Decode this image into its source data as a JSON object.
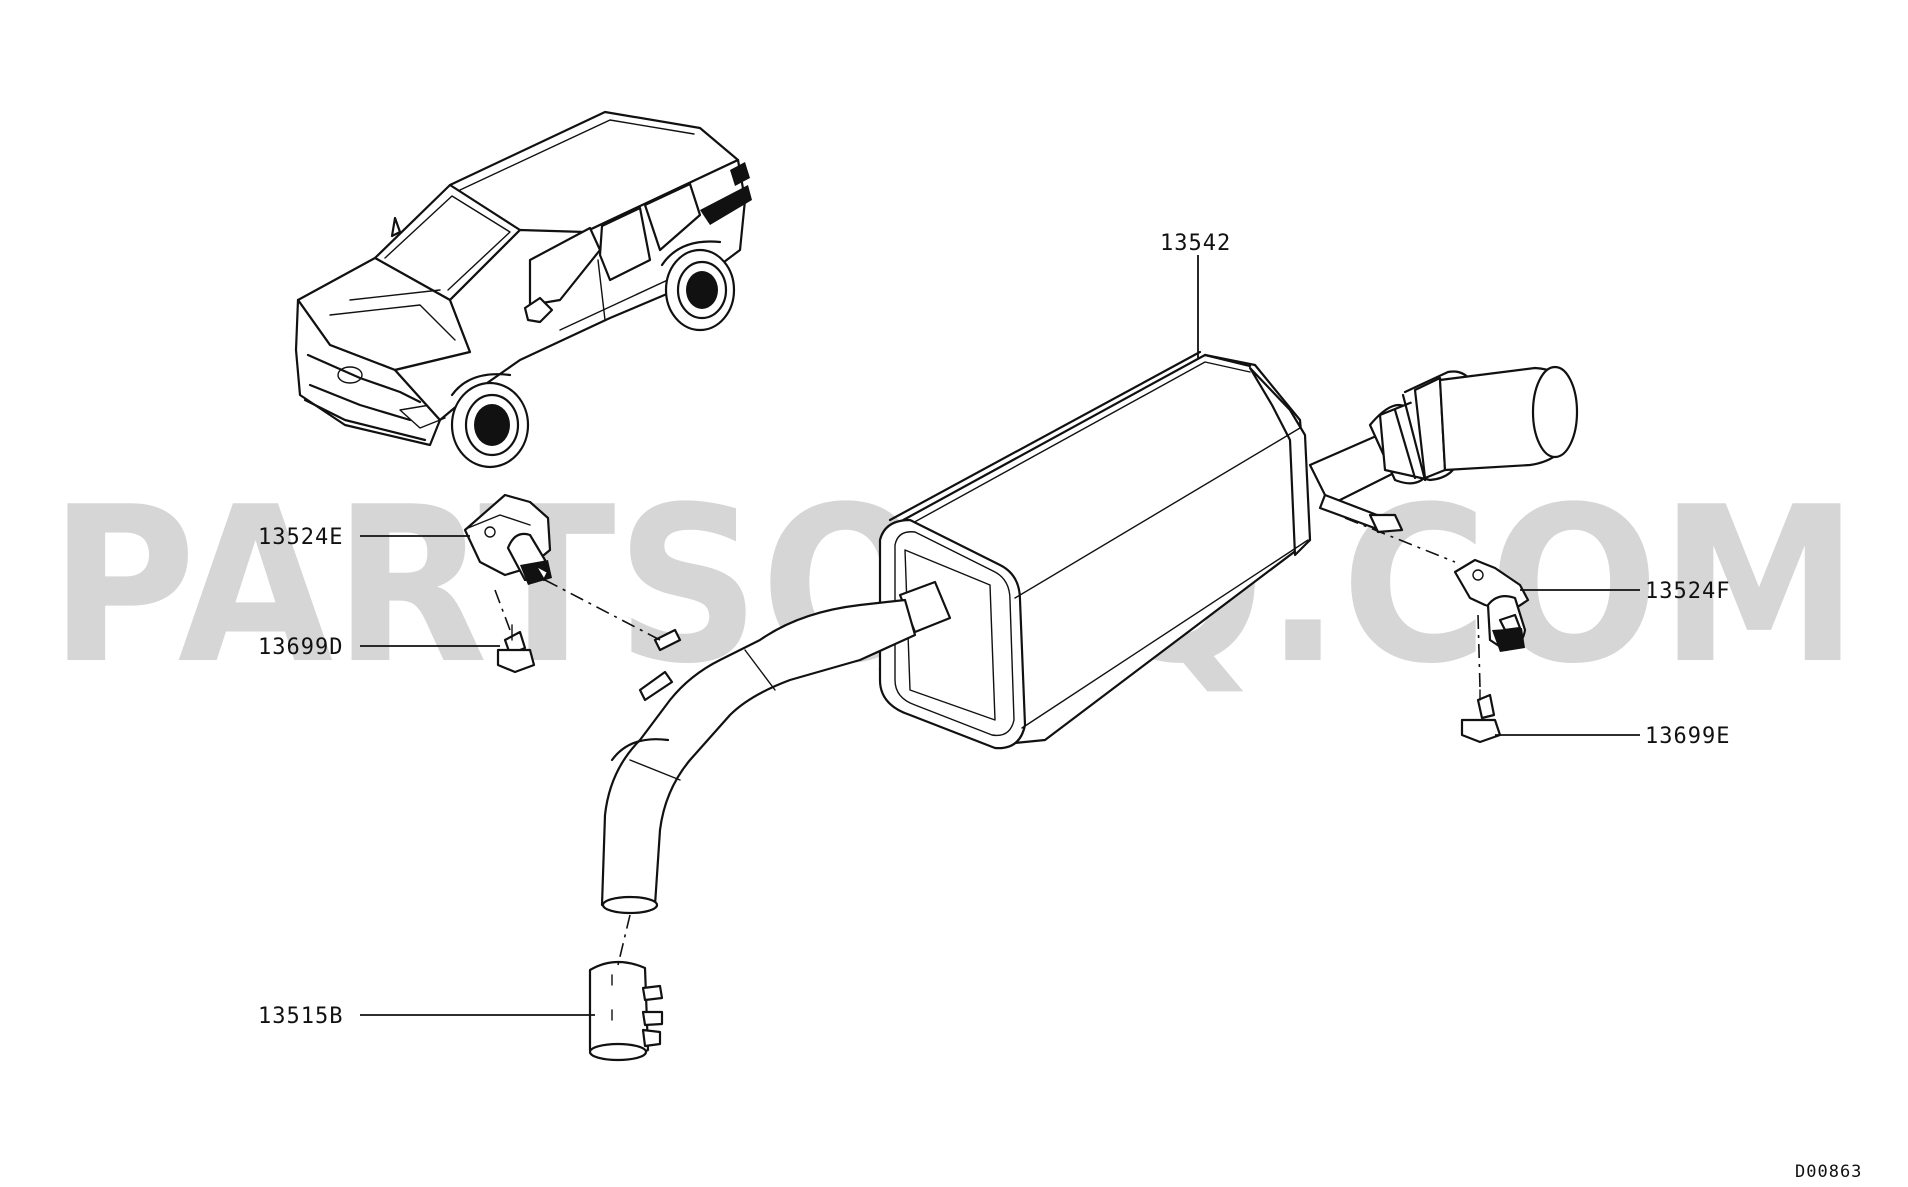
{
  "watermark": "PARTSOUQ.COM",
  "diagram_code": "D00863",
  "parts": [
    {
      "id": "muffler",
      "label": "13542",
      "icon": "rear-muffler"
    },
    {
      "id": "bracket-left",
      "label": "13524E",
      "icon": "hanger-bracket"
    },
    {
      "id": "bolt-left",
      "label": "13699D",
      "icon": "bolt"
    },
    {
      "id": "clamp",
      "label": "13515B",
      "icon": "pipe-clamp"
    },
    {
      "id": "bracket-right",
      "label": "13524F",
      "icon": "hanger-bracket"
    },
    {
      "id": "bolt-right",
      "label": "13699E",
      "icon": "bolt"
    }
  ],
  "colors": {
    "line": "#111111",
    "watermark": "#d6d6d6",
    "background": "#ffffff"
  }
}
